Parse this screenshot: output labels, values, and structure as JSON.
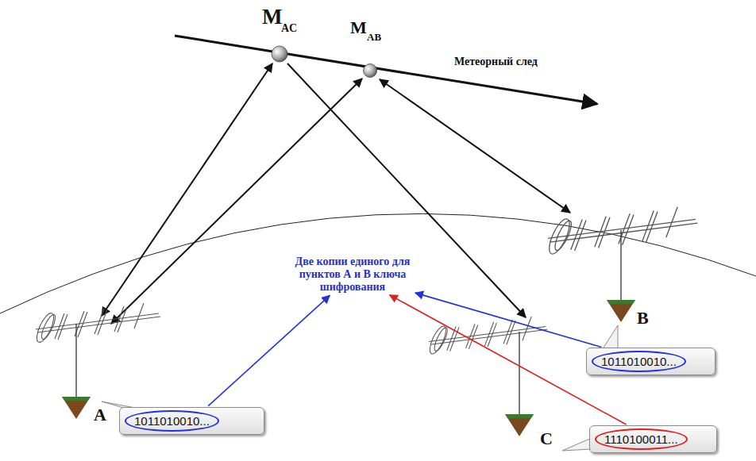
{
  "diagram": {
    "nodes": [
      {
        "text": [
          "Две копии единого для пунктов А и В ключа шифрования"
        ]
      },
      {
        "text": [
          "1011010010..."
        ]
      },
      {
        "text": [
          "1011010010..."
        ]
      },
      {
        "text": [
          "1110100011..."
        ]
      }
    ],
    "edges": [
      {
        "from": 1,
        "to": 0,
        "arrow": "to"
      },
      {
        "from": 2,
        "to": 0,
        "arrow": "to"
      },
      {
        "from": 3,
        "to": 0,
        "arrow": "to"
      }
    ],
    "labels": [
      "M",
      "AC",
      "M",
      "AB",
      "Метеорный след",
      "A",
      "B",
      "C"
    ]
  }
}
